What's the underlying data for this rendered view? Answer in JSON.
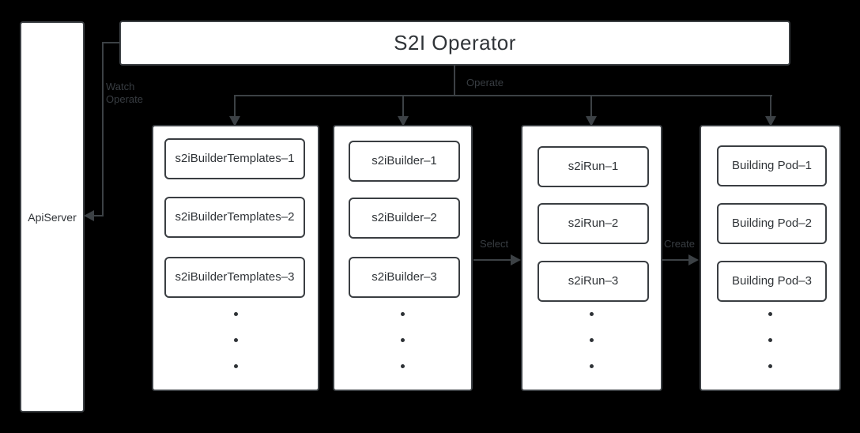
{
  "title": "S2I Operator",
  "api_server": {
    "label": "ApiServer"
  },
  "edge_labels": {
    "watch_line1": "Watch",
    "watch_line2": "Operate",
    "operate": "Operate",
    "select": "Select",
    "create": "Create"
  },
  "columns": [
    {
      "items": [
        "s2iBuilderTemplates–1",
        "s2iBuilderTemplates–2",
        "s2iBuilderTemplates–3"
      ],
      "ellipsis_icon": "vertical-ellipsis-dots"
    },
    {
      "items": [
        "s2iBuilder–1",
        "s2iBuilder–2",
        "s2iBuilder–3"
      ],
      "ellipsis_icon": "vertical-ellipsis-dots"
    },
    {
      "items": [
        "s2iRun–1",
        "s2iRun–2",
        "s2iRun–3"
      ],
      "ellipsis_icon": "vertical-ellipsis-dots"
    },
    {
      "items": [
        "Building Pod–1",
        "Building Pod–2",
        "Building Pod–3"
      ],
      "ellipsis_icon": "vertical-ellipsis-dots"
    }
  ],
  "colors": {
    "background": "#000000",
    "box_fill": "#ffffff",
    "stroke": "#3c4044",
    "box_text": "#303438",
    "edge_label_text": "#383d42"
  }
}
